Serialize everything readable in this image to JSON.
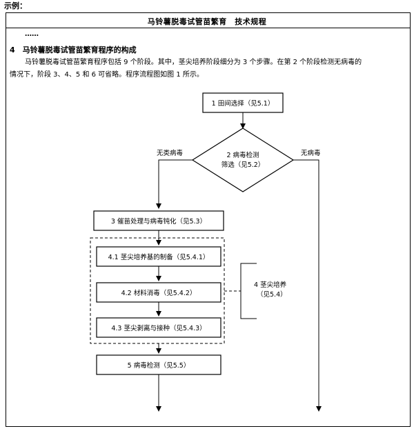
{
  "header": {
    "label": "示例："
  },
  "document": {
    "title": "马铃薯脱毒试管苗繁育　技术规程",
    "ellipsis": "……",
    "section_heading": "4　马铃薯脱毒试管苗繁育程序的构成",
    "paragraph_line1": "马铃薯脱毒试管苗繁育程序包括 9 个阶段。其中，茎尖培养阶段细分为 3 个步骤。在第 2 个阶段检测无病毒的",
    "paragraph_line2": "情况下，阶段 3、4、5 和 6 可省略。程序流程图如图 1 所示。"
  },
  "flowchart": {
    "step1": "1 田间选择（见5.1）",
    "step2_line1": "2 病毒检测",
    "step2_line2": "筛选（见5.2）",
    "branch_left": "无类病毒",
    "branch_right": "无病毒",
    "step3": "3 催苗处理与病毒钝化（见5.3）",
    "step4_1": "4.1 茎尖培养基的制备（见5.4.1）",
    "step4_2": "4.2 材料消毒（见5.4.2）",
    "step4_3": "4.3 茎尖剥离与接种（见5.4.3）",
    "step4_line1": "4 茎尖培养",
    "step4_line2": "（见5.4）",
    "step5": "5 病毒检测（见5.5）"
  }
}
